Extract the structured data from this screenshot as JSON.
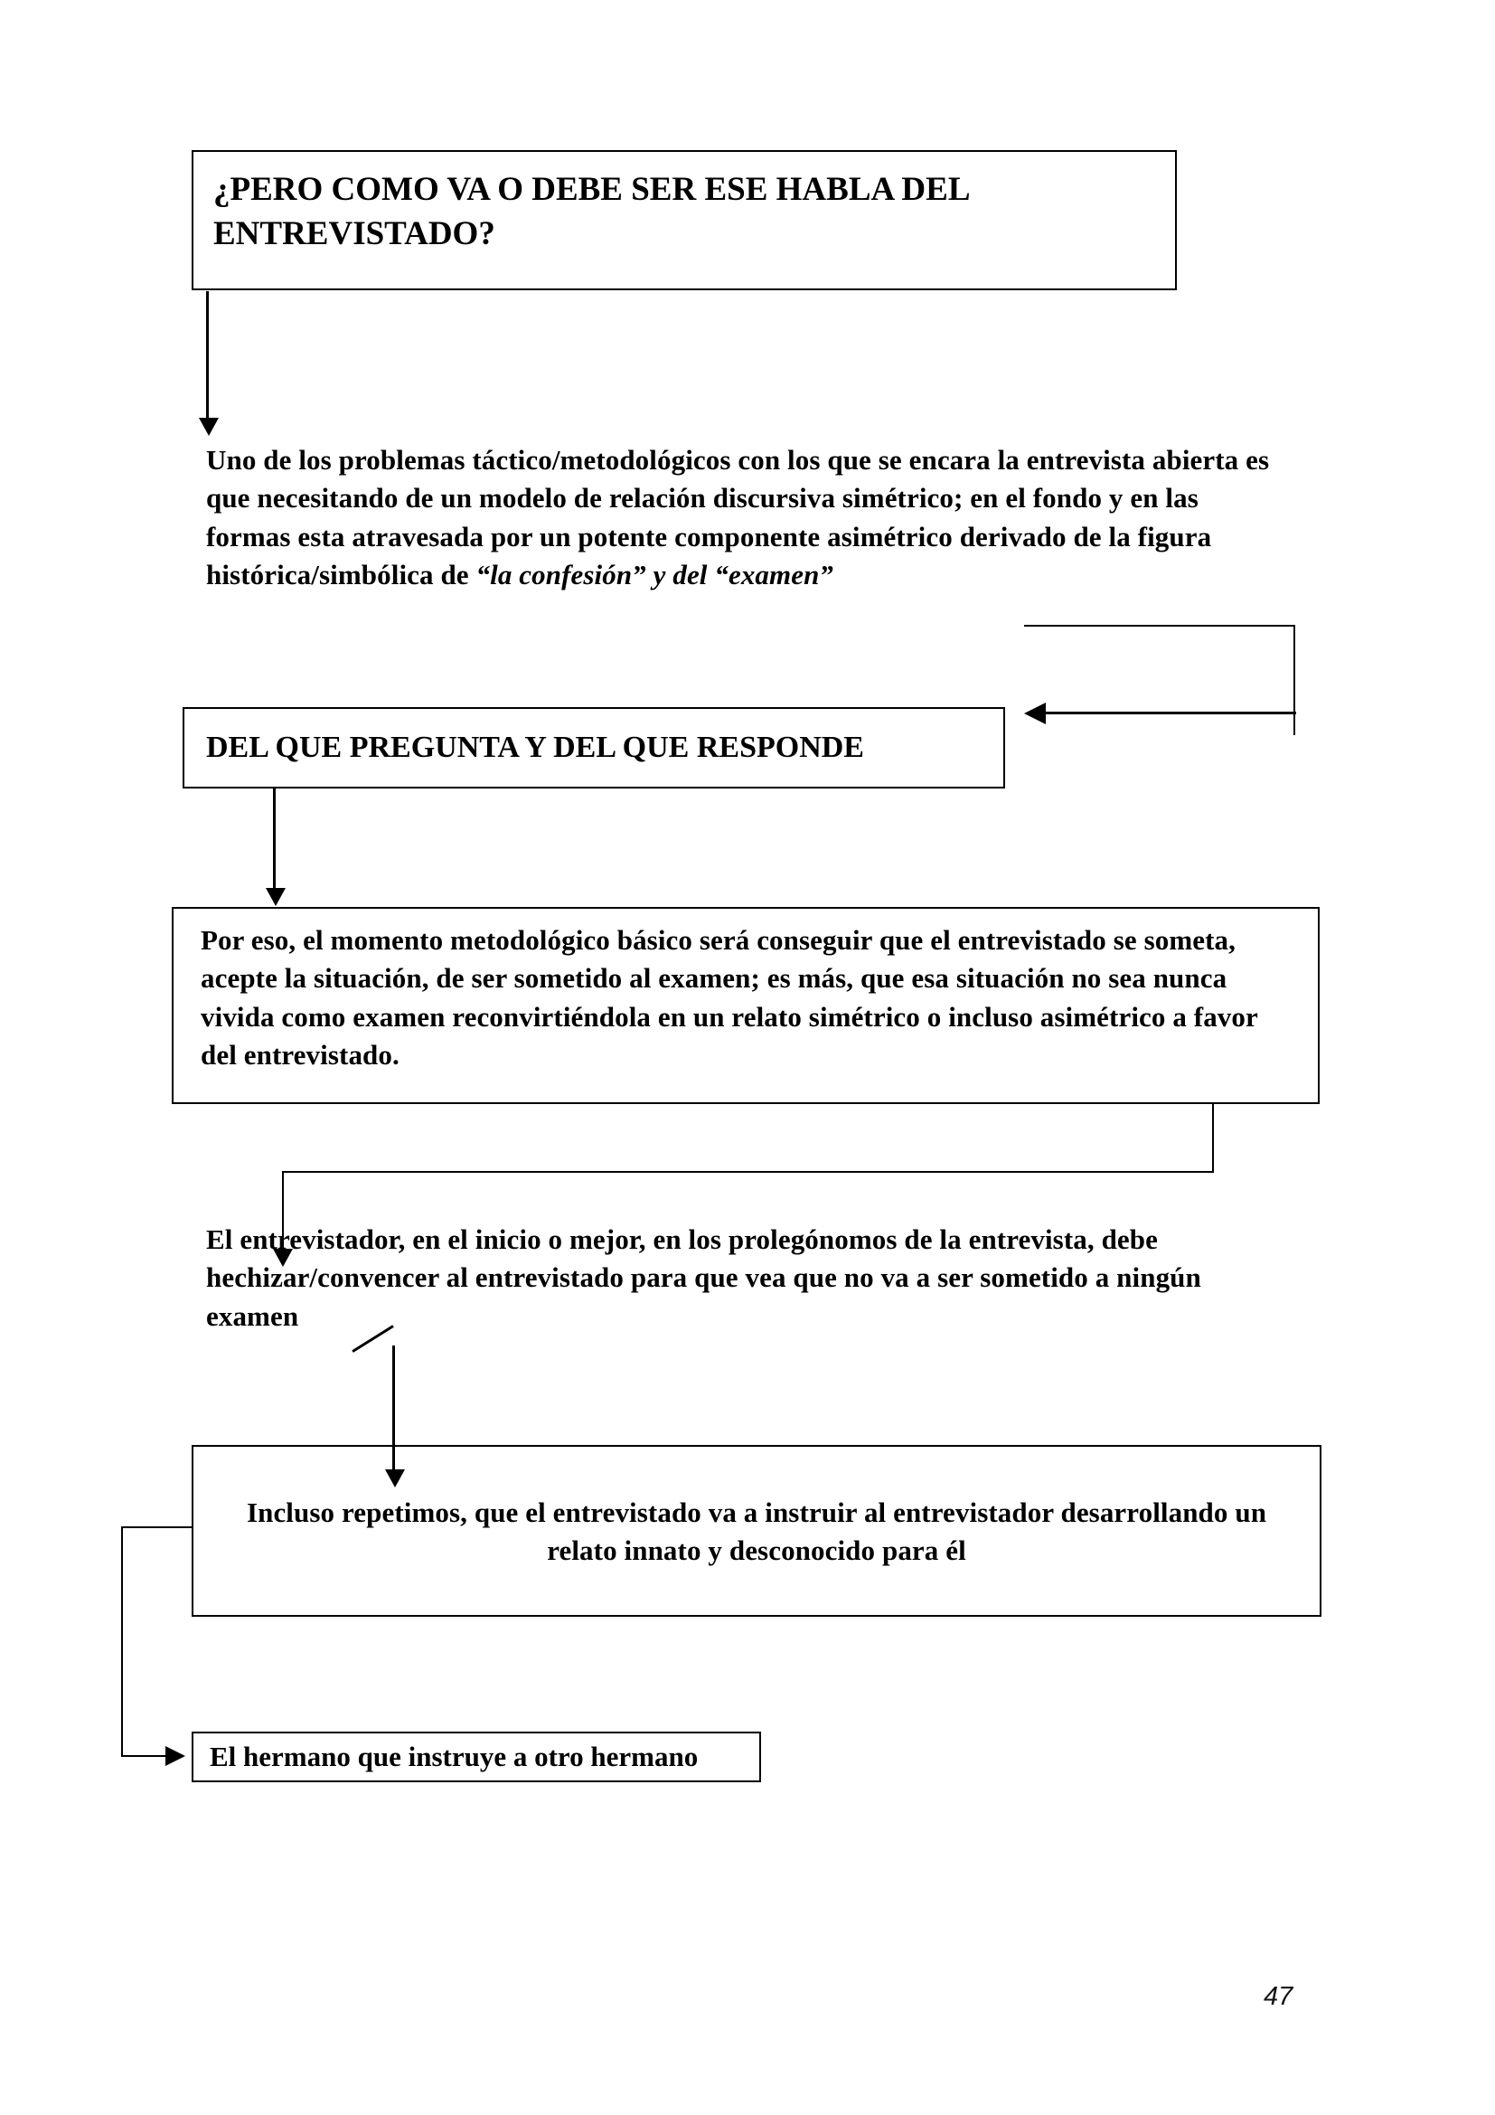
{
  "document": {
    "page_number": "47",
    "language": "es"
  },
  "nodes": {
    "title": "¿PERO COMO VA O DEBE SER ESE HABLA DEL ENTREVISTADO?",
    "paragraph_1_plain_a": "Uno de los problemas táctico/metodológicos con los que se encara la entrevista abierta es que necesitando de un modelo de relación discursiva simétrico; en el fondo y en las formas esta atravesada por un potente componente asimétrico derivado de la figura histórica/simbólica de ",
    "paragraph_1_italic": "“la confesión” y del “examen”",
    "box_pregunta": "DEL QUE PREGUNTA Y DEL QUE RESPONDE",
    "box_poreso": "Por eso, el momento metodológico básico será conseguir que el entrevistado se someta, acepte la situación, de ser sometido al examen; es más, que esa situación no sea nunca vivida como examen reconvirtiéndola en un relato simétrico o incluso asimétrico a favor del entrevistado.",
    "paragraph_2": "El entrevistador, en el inicio o mejor, en los prolegónomos de la entrevista, debe hechizar/convencer al entrevistado para que vea que no va a ser sometido a ningún examen",
    "box_incluso": "Incluso repetimos, que el entrevistado va a instruir al entrevistador desarrollando un relato innato y desconocido para él",
    "box_hermano": "El hermano que instruye a otro hermano"
  },
  "colors": {
    "ink": "#000000",
    "paper": "#ffffff"
  }
}
